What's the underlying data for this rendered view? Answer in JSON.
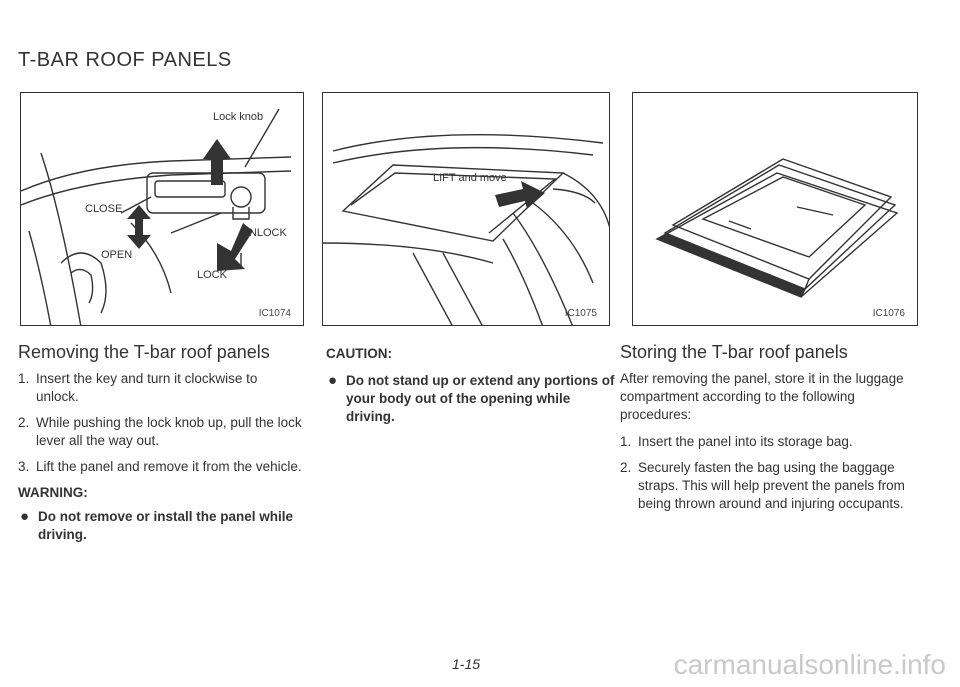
{
  "page": {
    "title": "T-BAR ROOF PANELS",
    "page_number": "1-15",
    "watermark": "carmanualsonline.info"
  },
  "figures": {
    "fig1": {
      "code": "IC1074",
      "labels": {
        "lock_knob": "Lock knob",
        "close": "CLOSE",
        "open": "OPEN",
        "unlock": "UNLOCK",
        "lock": "LOCK"
      }
    },
    "fig2": {
      "code": "IC1075",
      "labels": {
        "lift_and_move": "LIFT and move"
      }
    },
    "fig3": {
      "code": "IC1076"
    }
  },
  "removing": {
    "heading": "Removing the T-bar roof panels",
    "steps": [
      {
        "num": "1.",
        "text": "Insert the key and turn it clockwise to unlock."
      },
      {
        "num": "2.",
        "text": "While pushing the lock knob up, pull the lock lever all the way out."
      },
      {
        "num": "3.",
        "text": "Lift the panel and remove it from the vehicle."
      }
    ],
    "warning_label": "WARNING:",
    "warning_text": "Do not remove or install the panel while driving."
  },
  "caution": {
    "label": "CAUTION:",
    "text": "Do not stand up or extend any portions of your body out of the opening while driving."
  },
  "storing": {
    "heading": "Storing the T-bar roof panels",
    "intro": "After removing the panel, store it in the luggage compartment according to the following procedures:",
    "steps": [
      {
        "num": "1.",
        "text": "Insert the panel into its storage bag."
      },
      {
        "num": "2.",
        "text": "Securely fasten the bag using the baggage straps. This will help prevent the panels from being thrown around and injuring occupants."
      }
    ]
  }
}
